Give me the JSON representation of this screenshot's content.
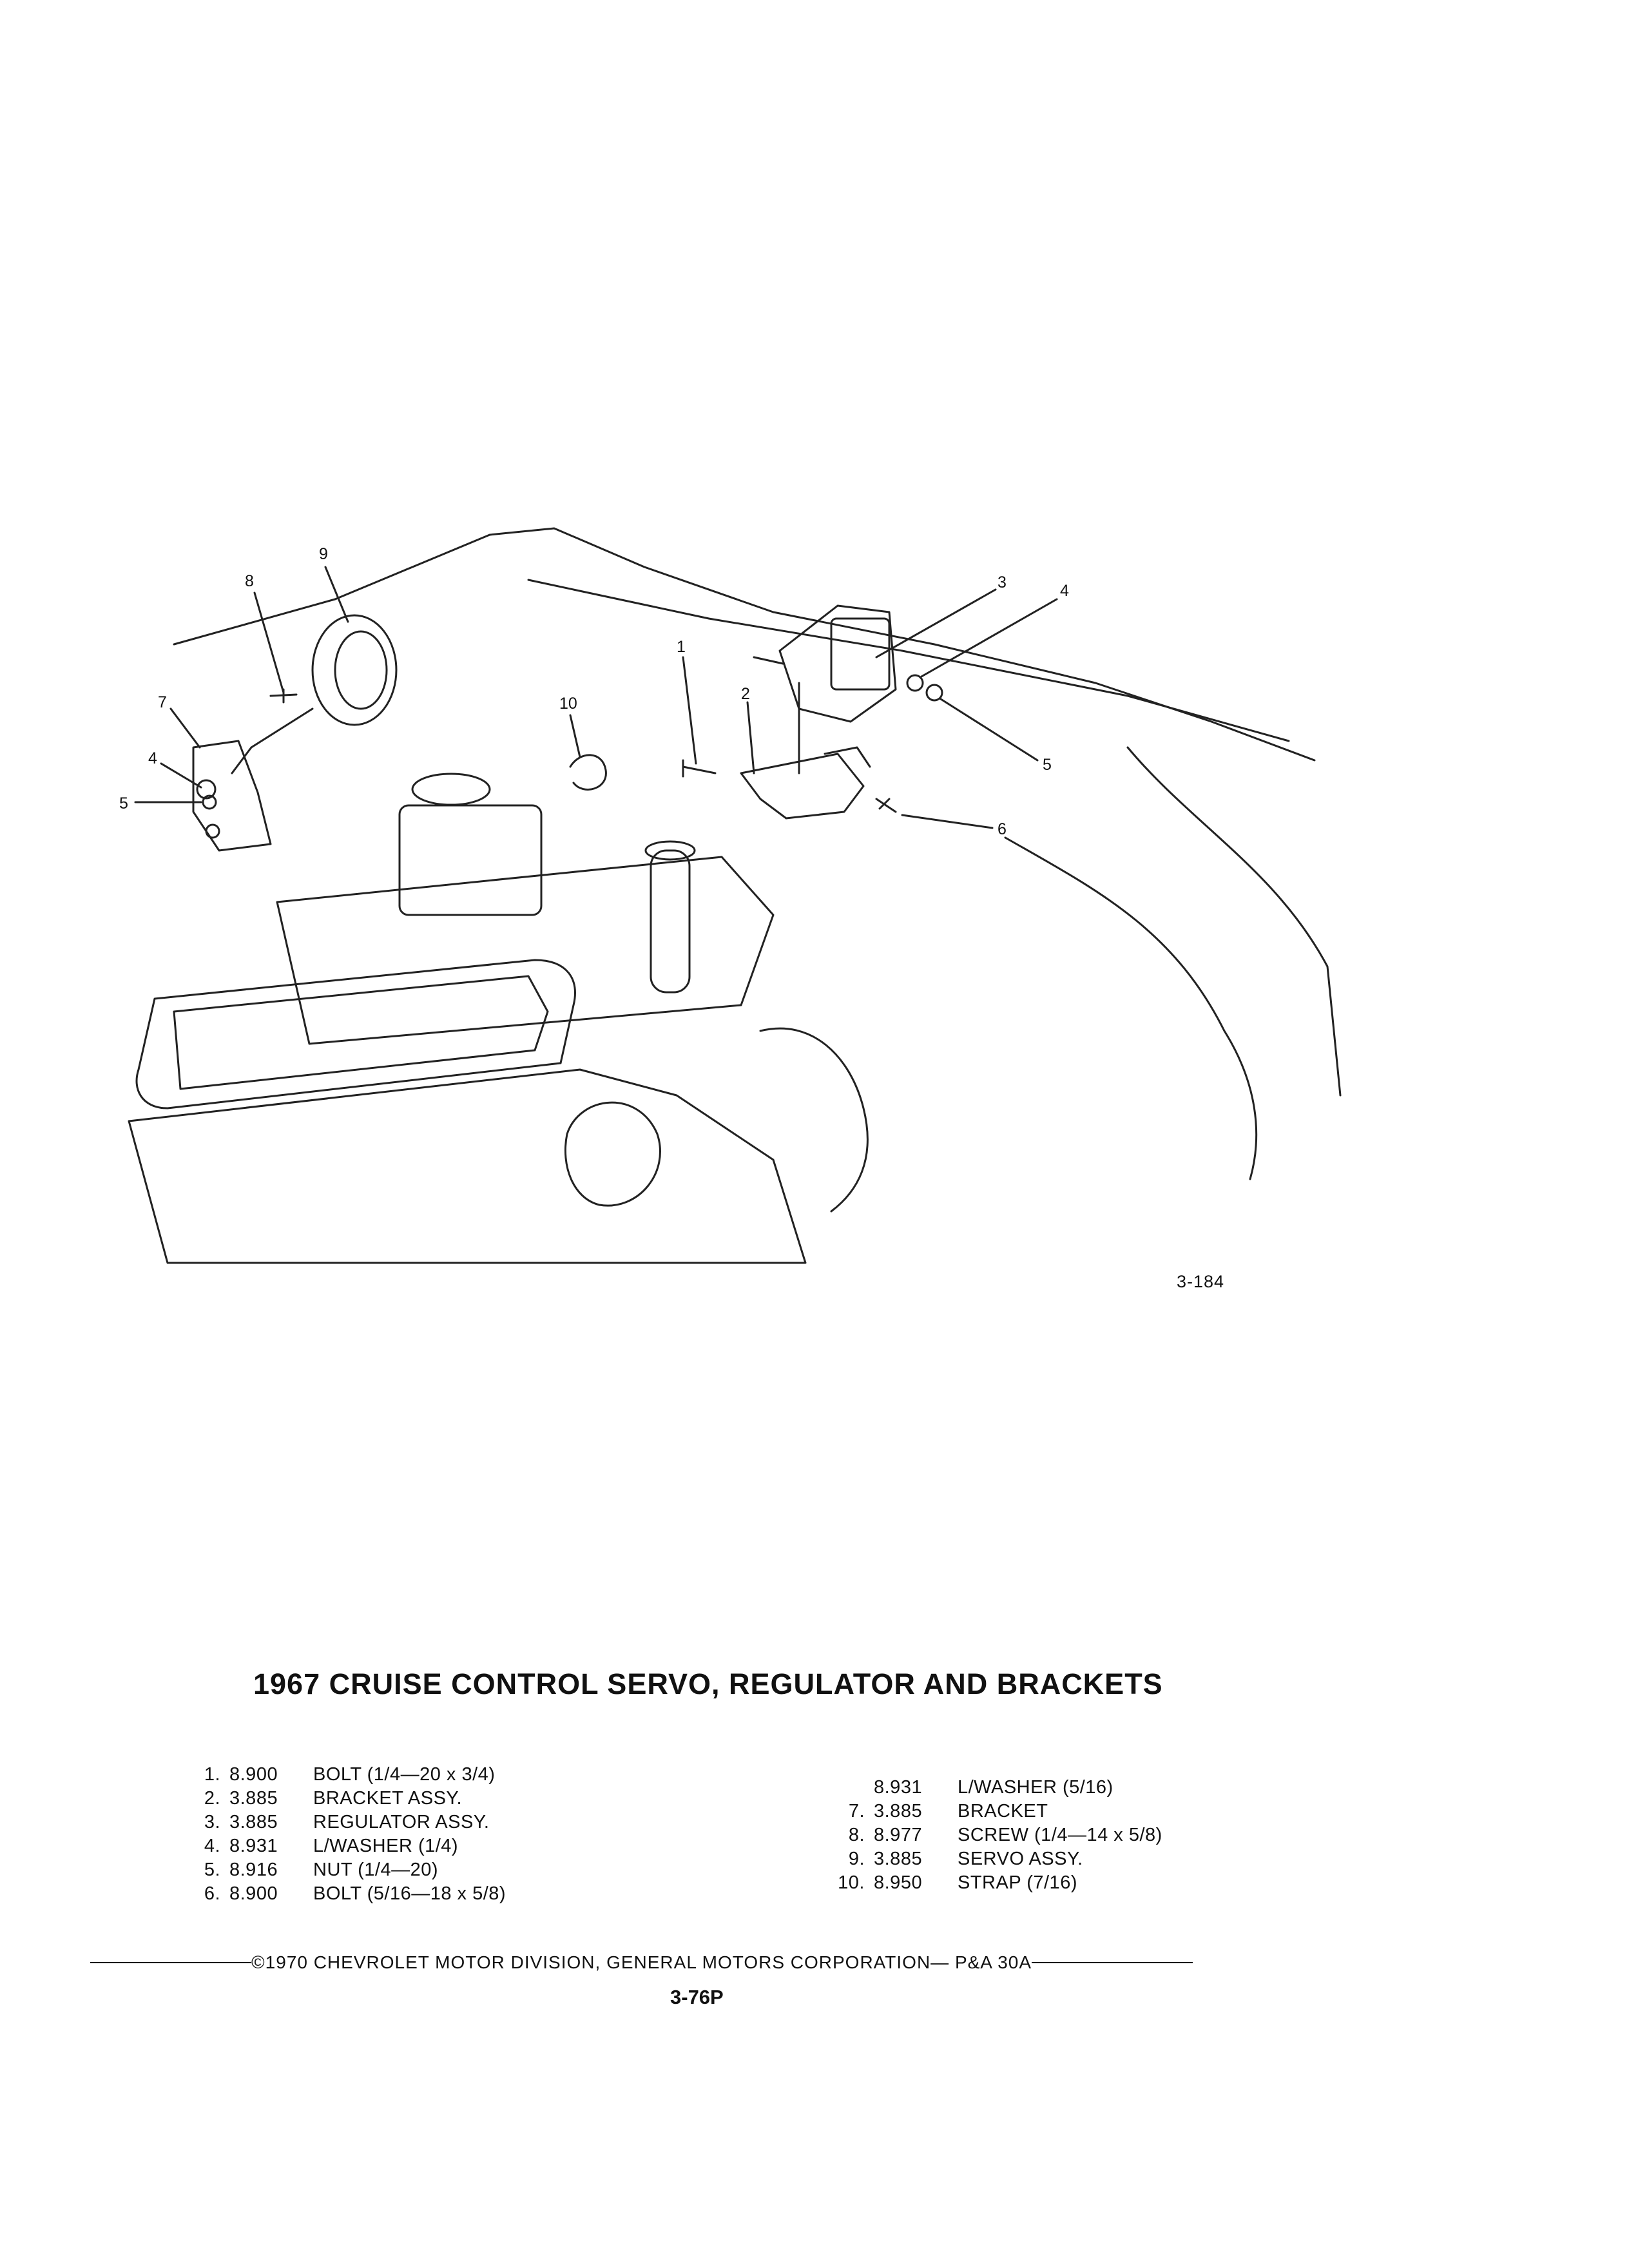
{
  "figure_number": "3-184",
  "title": "1967 CRUISE CONTROL SERVO, REGULATOR AND BRACKETS",
  "callouts": [
    "1",
    "2",
    "3",
    "4",
    "5",
    "6",
    "7",
    "8",
    "9",
    "10",
    "4",
    "5"
  ],
  "parts_left": [
    {
      "num": "1.",
      "code": "8.900",
      "desc": "BOLT (1/4—20 x 3/4)"
    },
    {
      "num": "2.",
      "code": "3.885",
      "desc": "BRACKET ASSY."
    },
    {
      "num": "3.",
      "code": "3.885",
      "desc": "REGULATOR ASSY."
    },
    {
      "num": "4.",
      "code": "8.931",
      "desc": "L/WASHER (1/4)"
    },
    {
      "num": "5.",
      "code": "8.916",
      "desc": "NUT (1/4—20)"
    },
    {
      "num": "6.",
      "code": "8.900",
      "desc": "BOLT (5/16—18 x 5/8)"
    }
  ],
  "parts_right": [
    {
      "num": "",
      "code": "8.931",
      "desc": "L/WASHER (5/16)"
    },
    {
      "num": "7.",
      "code": "3.885",
      "desc": "BRACKET"
    },
    {
      "num": "8.",
      "code": "8.977",
      "desc": "SCREW (1/4—14 x 5/8)"
    },
    {
      "num": "9.",
      "code": "3.885",
      "desc": "SERVO ASSY."
    },
    {
      "num": "10.",
      "code": "8.950",
      "desc": "STRAP (7/16)"
    }
  ],
  "footer": "©1970 CHEVROLET MOTOR DIVISION, GENERAL MOTORS CORPORATION— P&A 30A",
  "page_number": "3-76P"
}
